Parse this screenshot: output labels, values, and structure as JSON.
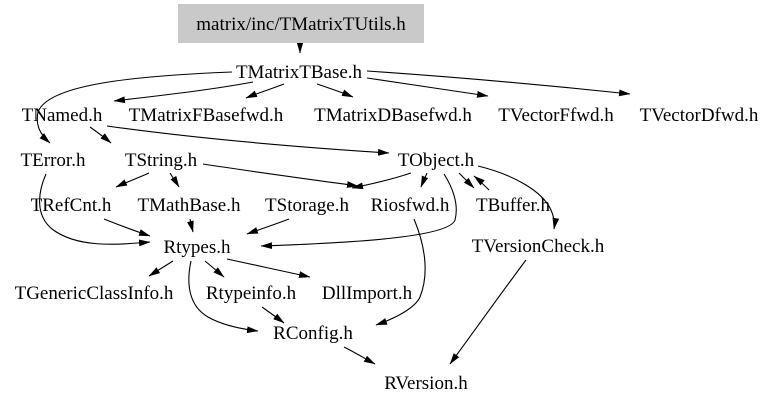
{
  "diagram": {
    "type": "include-dependency-graph",
    "root": "matrix/inc/TMatrixTUtils.h",
    "nodes": {
      "root": "matrix/inc/TMatrixTUtils.h",
      "tmatrixtbase": "TMatrixTBase.h",
      "tnamed": "TNamed.h",
      "tmatrixfbasefwd": "TMatrixFBasefwd.h",
      "tmatrixdbasefwd": "TMatrixDBasefwd.h",
      "tvectorffwd": "TVectorFfwd.h",
      "tvectordfwd": "TVectorDfwd.h",
      "terror": "TError.h",
      "tstring": "TString.h",
      "tobject": "TObject.h",
      "trefcnt": "TRefCnt.h",
      "tmathbase": "TMathBase.h",
      "tstorage": "TStorage.h",
      "riosfwd": "Riosfwd.h",
      "tbuffer": "TBuffer.h",
      "rtypes": "Rtypes.h",
      "tversioncheck": "TVersionCheck.h",
      "tgenericclassinfo": "TGenericClassInfo.h",
      "rtypeinfo": "Rtypeinfo.h",
      "dllimport": "DllImport.h",
      "rconfig": "RConfig.h",
      "rversion": "RVersion.h"
    },
    "edges": [
      {
        "from": "matrix/inc/TMatrixTUtils.h",
        "to": "TMatrixTBase.h"
      },
      {
        "from": "TMatrixTBase.h",
        "to": "TNamed.h"
      },
      {
        "from": "TMatrixTBase.h",
        "to": "TError.h"
      },
      {
        "from": "TMatrixTBase.h",
        "to": "TMatrixFBasefwd.h"
      },
      {
        "from": "TMatrixTBase.h",
        "to": "TMatrixDBasefwd.h"
      },
      {
        "from": "TMatrixTBase.h",
        "to": "TVectorFfwd.h"
      },
      {
        "from": "TMatrixTBase.h",
        "to": "TVectorDfwd.h"
      },
      {
        "from": "TNamed.h",
        "to": "TString.h"
      },
      {
        "from": "TNamed.h",
        "to": "TObject.h"
      },
      {
        "from": "TString.h",
        "to": "TRefCnt.h"
      },
      {
        "from": "TString.h",
        "to": "TMathBase.h"
      },
      {
        "from": "TString.h",
        "to": "Riosfwd.h"
      },
      {
        "from": "TObject.h",
        "to": "TStorage.h"
      },
      {
        "from": "TObject.h",
        "to": "Riosfwd.h"
      },
      {
        "from": "TObject.h",
        "to": "TBuffer.h"
      },
      {
        "from": "TBuffer.h",
        "to": "TObject.h"
      },
      {
        "from": "TObject.h",
        "to": "TVersionCheck.h"
      },
      {
        "from": "TObject.h",
        "to": "Rtypes.h"
      },
      {
        "from": "TError.h",
        "to": "Rtypes.h"
      },
      {
        "from": "TRefCnt.h",
        "to": "Rtypes.h"
      },
      {
        "from": "TMathBase.h",
        "to": "Rtypes.h"
      },
      {
        "from": "TStorage.h",
        "to": "Rtypes.h"
      },
      {
        "from": "Rtypes.h",
        "to": "TGenericClassInfo.h"
      },
      {
        "from": "Rtypes.h",
        "to": "Rtypeinfo.h"
      },
      {
        "from": "Rtypes.h",
        "to": "DllImport.h"
      },
      {
        "from": "Rtypes.h",
        "to": "RConfig.h"
      },
      {
        "from": "Rtypeinfo.h",
        "to": "RConfig.h"
      },
      {
        "from": "Riosfwd.h",
        "to": "RConfig.h"
      },
      {
        "from": "RConfig.h",
        "to": "RVersion.h"
      },
      {
        "from": "TVersionCheck.h",
        "to": "RVersion.h"
      }
    ]
  },
  "colors": {
    "root_fill": "#c9c9c9",
    "edge": "#000000",
    "text": "#000000",
    "background": "#ffffff"
  }
}
